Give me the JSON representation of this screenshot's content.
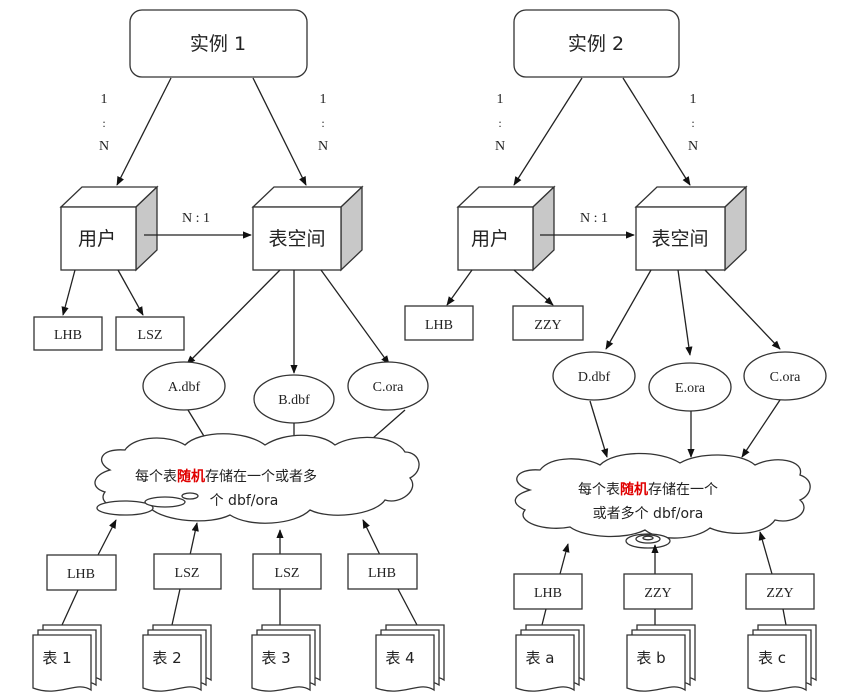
{
  "diagrams": [
    {
      "instance": "实例 1",
      "rel_instance_user": [
        "1",
        ":",
        "N"
      ],
      "rel_instance_tablespace": [
        "1",
        ":",
        "N"
      ],
      "user_label": "用户",
      "tablespace_label": "表空间",
      "rel_user_tablespace": "N : 1",
      "users": [
        "LHB",
        "LSZ"
      ],
      "datafiles": [
        "A.dbf",
        "B.dbf",
        "C.ora"
      ],
      "cloud_text": {
        "line1_prefix": "每个表",
        "line1_highlight": "随机",
        "line1_suffix": "存储在一个或者多",
        "line2": "个 dbf/ora"
      },
      "owners": [
        "LHB",
        "LSZ",
        "LSZ",
        "LHB"
      ],
      "tables": [
        "表 1",
        "表 2",
        "表 3",
        "表 4"
      ]
    },
    {
      "instance": "实例 2",
      "rel_instance_user": [
        "1",
        ":",
        "N"
      ],
      "rel_instance_tablespace": [
        "1",
        ":",
        "N"
      ],
      "user_label": "用户",
      "tablespace_label": "表空间",
      "rel_user_tablespace": "N : 1",
      "users": [
        "LHB",
        "ZZY"
      ],
      "datafiles": [
        "D.dbf",
        "E.ora",
        "C.ora"
      ],
      "cloud_text": {
        "line1_prefix": "每个表",
        "line1_highlight": "随机",
        "line1_suffix": "存储在一个",
        "line2": "或者多个 dbf/ora"
      },
      "owners": [
        "LHB",
        "ZZY",
        "ZZY"
      ],
      "tables": [
        "表 a",
        "表 b",
        "表 c"
      ]
    }
  ],
  "colors": {
    "highlight": "#e00000",
    "cube_side": "#c8c8c8"
  }
}
